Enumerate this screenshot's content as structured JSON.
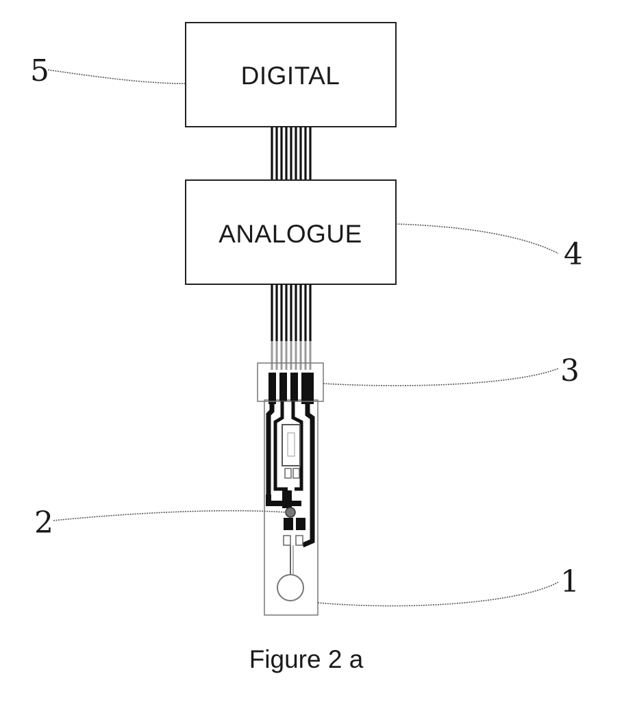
{
  "figure": {
    "caption": "Figure 2 a",
    "blocks": {
      "digital": "DIGITAL",
      "analogue": "ANALOGUE"
    },
    "reference_numerals": {
      "strip": "1",
      "sensing_element": "2",
      "connector": "3",
      "analogue_block": "4",
      "digital_block": "5"
    }
  }
}
